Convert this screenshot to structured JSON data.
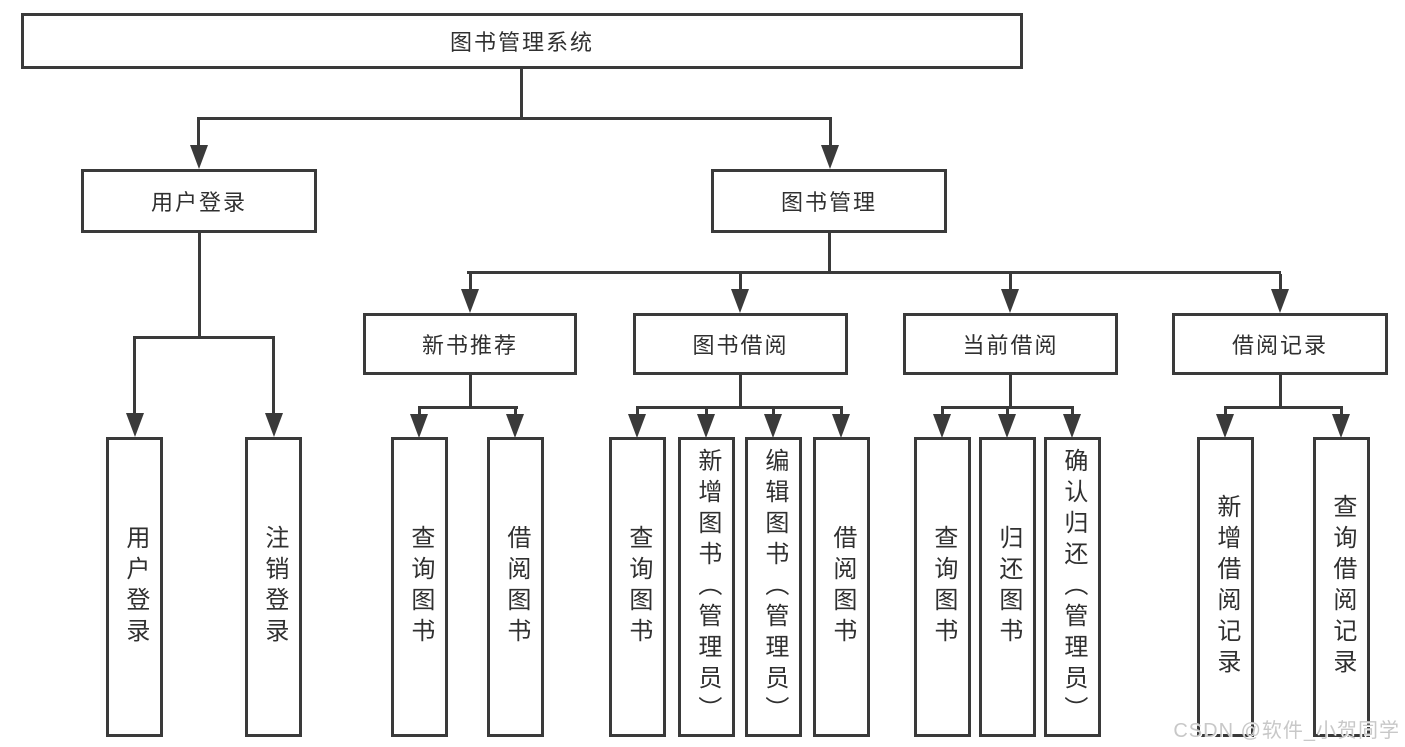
{
  "diagram": {
    "title_node": {
      "label": "图书管理系统"
    },
    "line_color": "#3a3a3a",
    "level2": [
      {
        "id": "user-login",
        "label": "用户登录"
      },
      {
        "id": "book-management",
        "label": "图书管理"
      }
    ],
    "level3": [
      {
        "id": "new-book-recommendation",
        "label": "新书推荐",
        "parent": "图书管理"
      },
      {
        "id": "book-borrowing",
        "label": "图书借阅",
        "parent": "图书管理"
      },
      {
        "id": "current-borrowing",
        "label": "当前借阅",
        "parent": "图书管理"
      },
      {
        "id": "borrowing-records",
        "label": "借阅记录",
        "parent": "图书管理"
      }
    ],
    "leaves": [
      {
        "label": "用户登录",
        "parent": "用户登录"
      },
      {
        "label": "注销登录",
        "parent": "用户登录"
      },
      {
        "label": "查询图书",
        "parent": "新书推荐"
      },
      {
        "label": "借阅图书",
        "parent": "新书推荐"
      },
      {
        "label": "查询图书",
        "parent": "图书借阅"
      },
      {
        "label": "新增图书（管理员）",
        "parent": "图书借阅"
      },
      {
        "label": "编辑图书（管理员）",
        "parent": "图书借阅"
      },
      {
        "label": "借阅图书",
        "parent": "图书借阅"
      },
      {
        "label": "查询图书",
        "parent": "当前借阅"
      },
      {
        "label": "归还图书",
        "parent": "当前借阅"
      },
      {
        "label": "确认归还（管理员）",
        "parent": "当前借阅"
      },
      {
        "label": "新增借阅记录",
        "parent": "借阅记录"
      },
      {
        "label": "查询借阅记录",
        "parent": "借阅记录"
      }
    ],
    "watermark": {
      "text": "CSDN @软件_小贺同学",
      "color": "#c8c8c8"
    }
  }
}
